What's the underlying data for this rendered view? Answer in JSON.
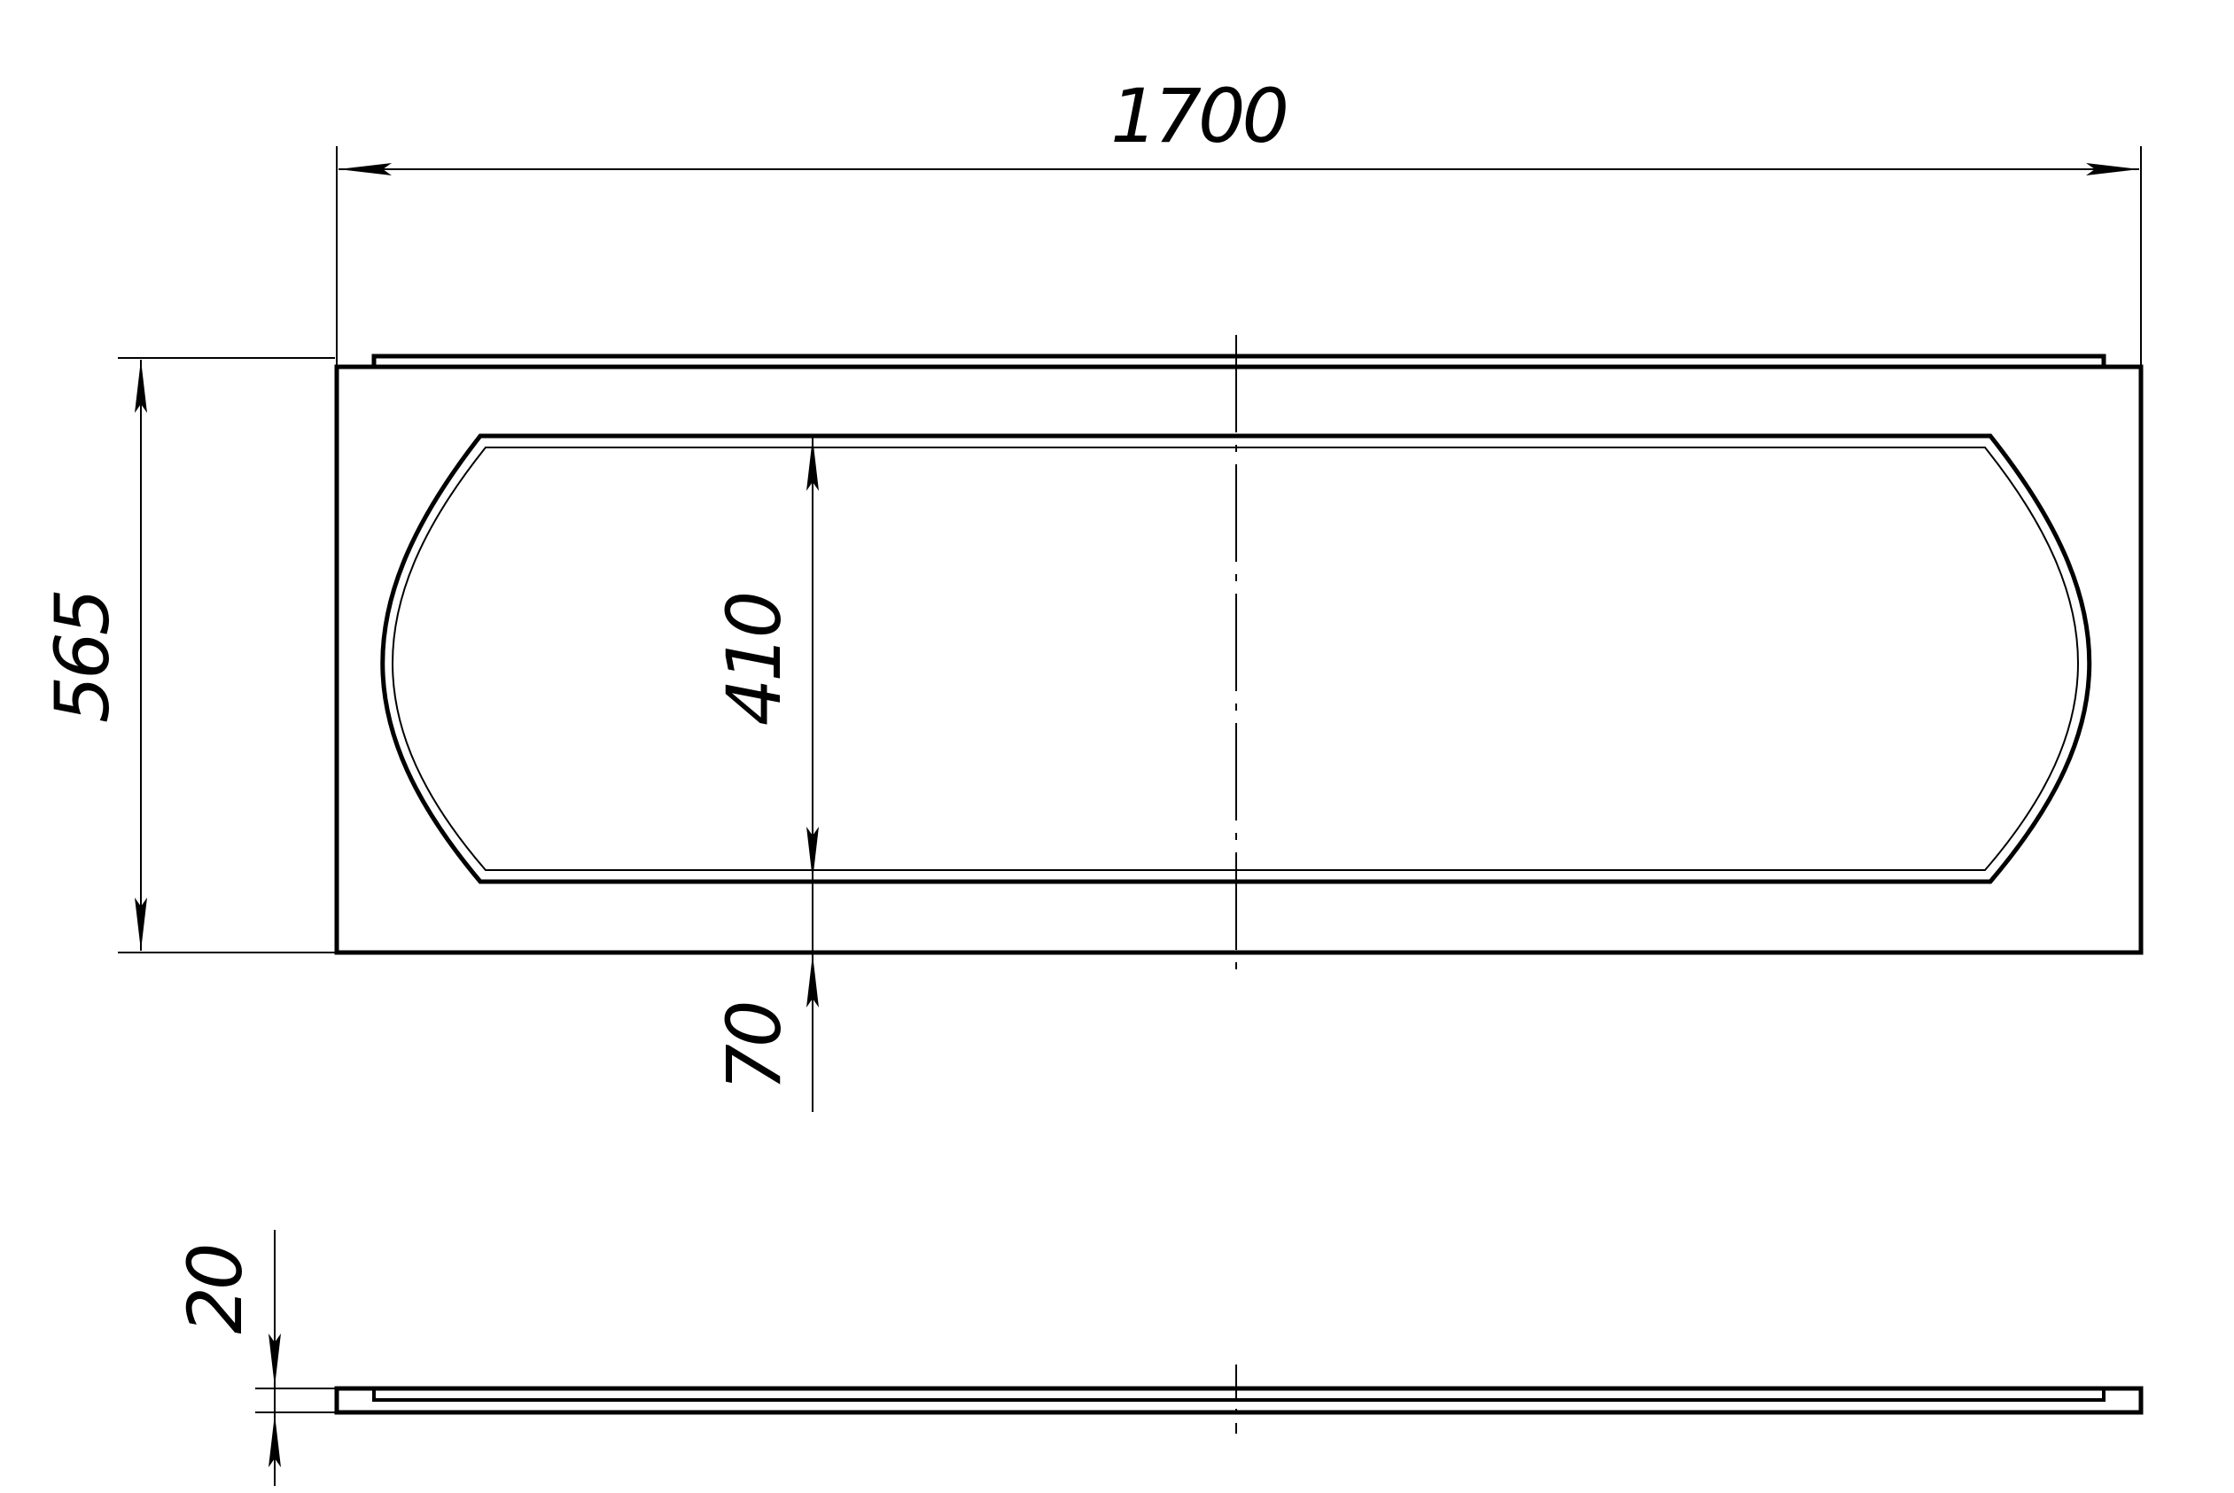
{
  "colors": {
    "background": "#ffffff",
    "line": "#000000"
  },
  "dimensions": {
    "width": "1700",
    "height": "565",
    "inner_height": "410",
    "margin": "70",
    "thickness": "20"
  }
}
